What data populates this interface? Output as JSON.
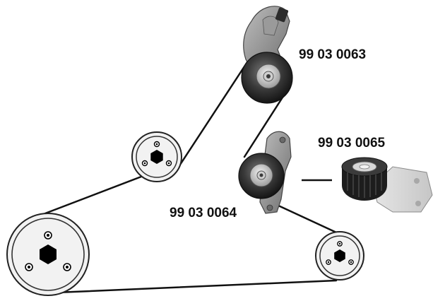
{
  "labels": {
    "part_0063": "99 03 0063",
    "part_0064": "99 03 0064",
    "part_0065": "99 03 0065"
  },
  "colors": {
    "belt": "#111111",
    "pulley_fill": "#f2f2f2",
    "pulley_stroke": "#222222",
    "hub": "#000000",
    "bracket": "#8a8a8a",
    "roller_dark": "#2a2a2a",
    "roller_mid": "#6b6b6b",
    "bearing": "#d9d9d9"
  }
}
